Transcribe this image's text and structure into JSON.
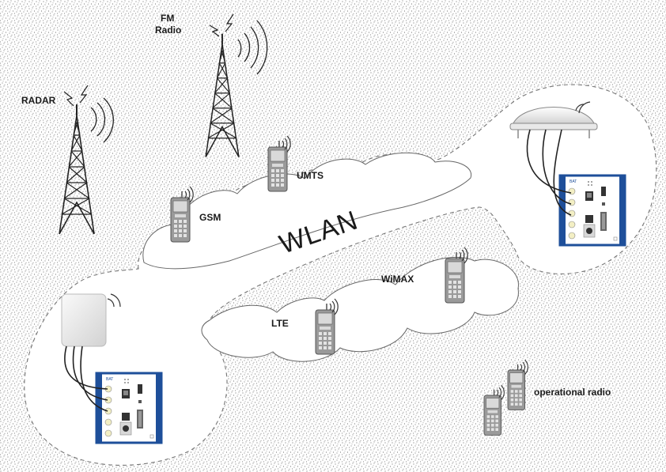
{
  "labels": {
    "radar": "RADAR",
    "fm_line1": "FM",
    "fm_line2": "Radio",
    "umts": "UMTS",
    "gsm": "GSM",
    "wlan": "WLAN",
    "wimax": "WiMAX",
    "lte": "LTE",
    "operational_radio": "operational radio"
  },
  "colors": {
    "device_blue": "#1e4f9a",
    "speckle": "#444444",
    "outline": "#555555"
  },
  "icons": [
    "radar-tower-icon",
    "fm-tower-icon",
    "mobile-phone-icon",
    "access-point-icon",
    "router-device-icon",
    "antenna-dome-icon"
  ]
}
